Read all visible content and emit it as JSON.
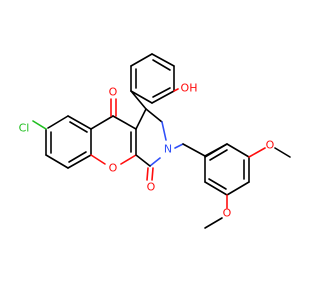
{
  "molecule": {
    "atoms": [
      {
        "id": "cl1",
        "label": "Cl",
        "element": "Cl"
      },
      {
        "id": "o_ketone",
        "label": "O",
        "element": "O"
      },
      {
        "id": "oh",
        "label": "OH",
        "element": "O"
      },
      {
        "id": "n1",
        "label": "N",
        "element": "N"
      },
      {
        "id": "o_ring",
        "label": "O",
        "element": "O"
      },
      {
        "id": "o_lactam",
        "label": "O",
        "element": "O"
      },
      {
        "id": "o_me1",
        "label": "O",
        "element": "O"
      },
      {
        "id": "o_me2",
        "label": "O",
        "element": "O"
      }
    ]
  },
  "colors": {
    "carbon": "#000000",
    "oxygen": "#ff0d0d",
    "nitrogen": "#3050f8",
    "chlorine": "#1fbf1f",
    "background": "#ffffff"
  }
}
